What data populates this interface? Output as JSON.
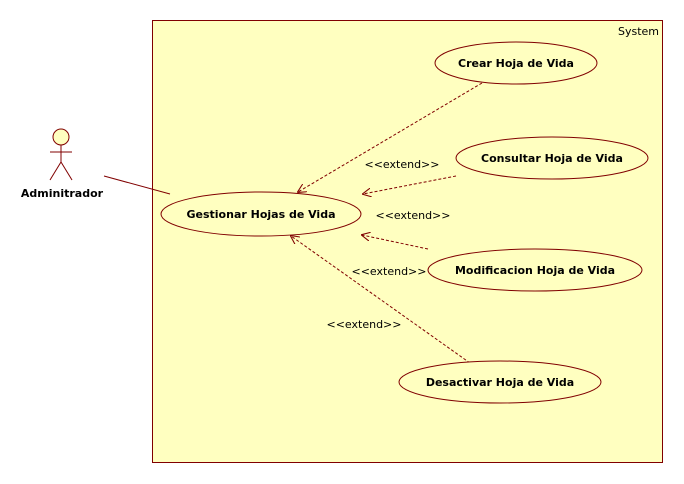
{
  "diagram": {
    "system_label": "System",
    "actor": {
      "name": "Adminitrador"
    },
    "use_cases": {
      "main": "Gestionar Hojas de Vida",
      "crear": "Crear Hoja de Vida",
      "consultar": "Consultar Hoja de Vida",
      "modificar": "Modificacion Hoja de Vida",
      "desactivar": "Desactivar Hoja de Vida"
    },
    "relations": {
      "consultar": "<<extend>>",
      "modificar_upper": "<<extend>>",
      "modificar_lower": "<<extend>>",
      "desactivar": "<<extend>>"
    },
    "colors": {
      "boundary_fill": "#ffffc0",
      "line": "#800000",
      "ellipse_fill": "#ffffc0",
      "actor_fill": "#ffffc0"
    }
  }
}
